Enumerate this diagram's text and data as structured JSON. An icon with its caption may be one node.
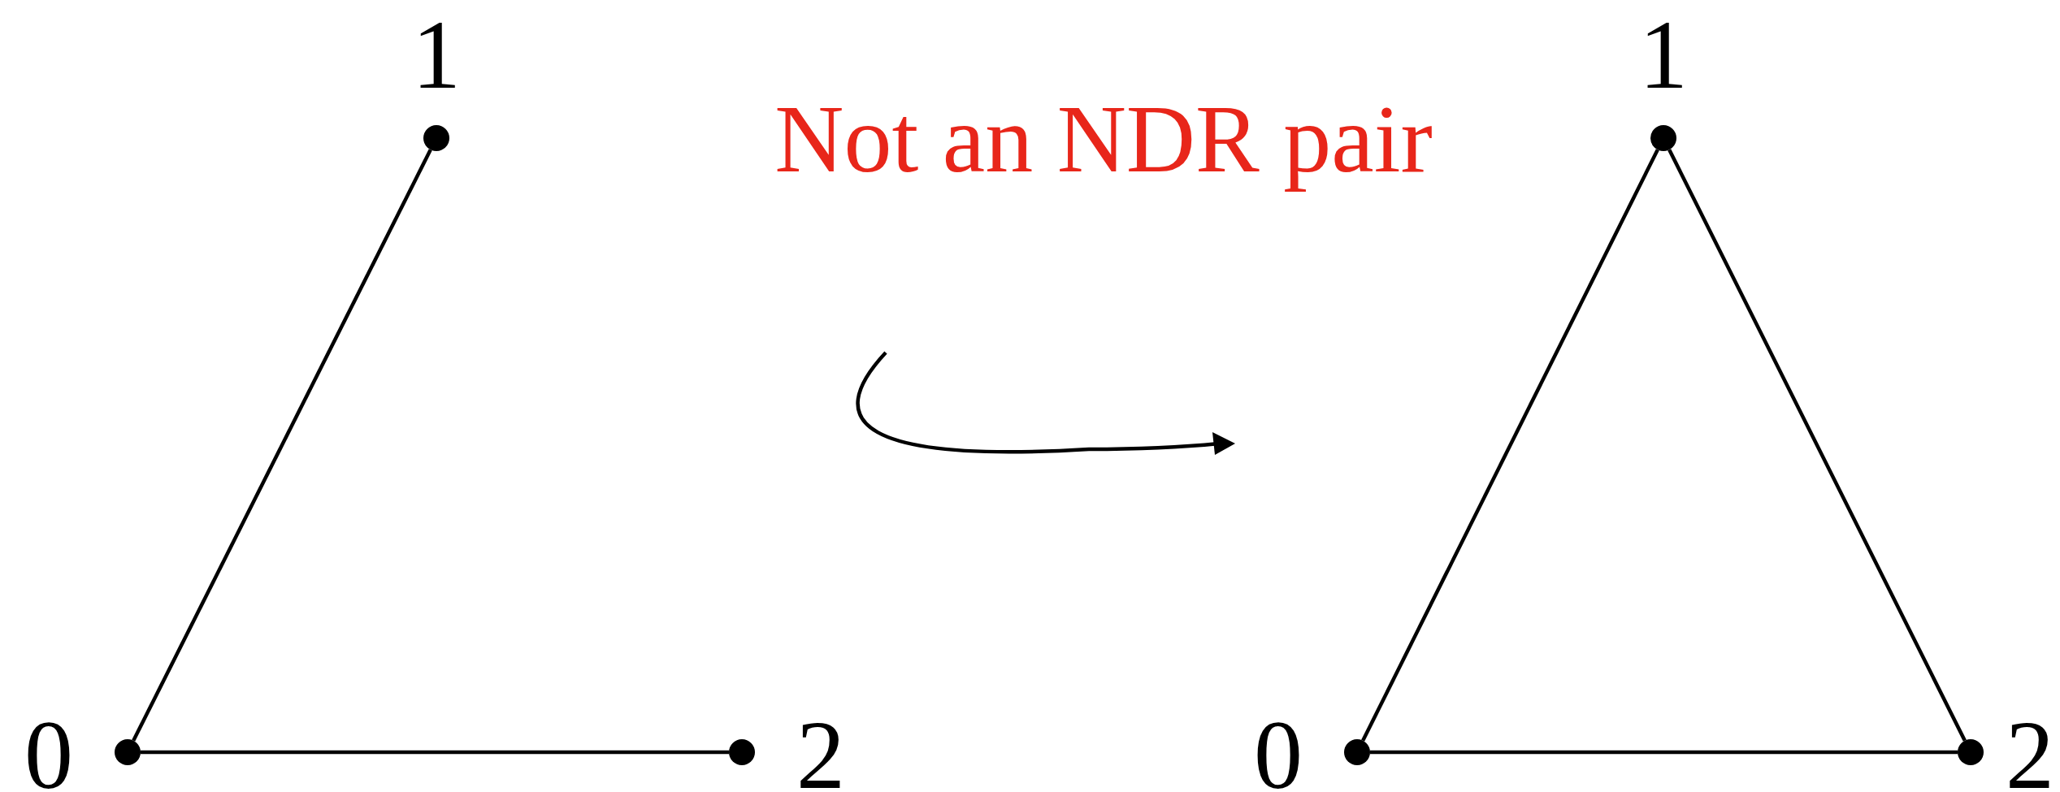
{
  "diagram": {
    "nodes": [
      {
        "text": [],
        "shape": "circle",
        "beside": [
          "1"
        ]
      },
      {
        "text": [],
        "shape": "circle",
        "beside": [
          "0"
        ]
      },
      {
        "text": [],
        "shape": "circle",
        "beside": [
          "2"
        ]
      },
      {
        "text": [],
        "shape": "circle",
        "beside": [
          "1"
        ]
      },
      {
        "text": [],
        "shape": "circle",
        "beside": [
          "0"
        ]
      },
      {
        "text": [],
        "shape": "circle",
        "beside": [
          "2"
        ]
      }
    ],
    "edges": [
      {
        "from": 1,
        "to": 0,
        "arrow": "none"
      },
      {
        "from": 1,
        "to": 2,
        "arrow": "none"
      },
      {
        "from": 4,
        "to": 3,
        "arrow": "none"
      },
      {
        "from": 3,
        "to": 5,
        "arrow": "none"
      },
      {
        "from": 4,
        "to": 5,
        "arrow": "none"
      }
    ],
    "labels": [
      "Not an NDR pair"
    ]
  }
}
